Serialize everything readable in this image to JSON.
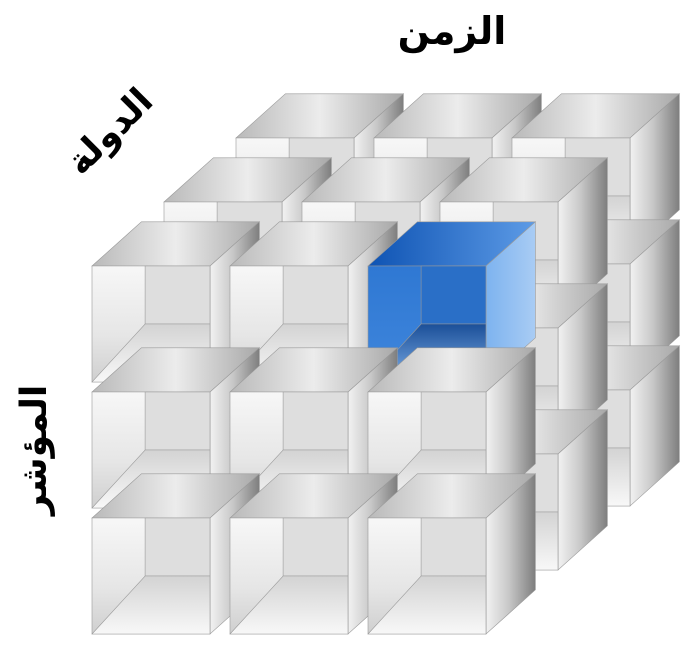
{
  "labels": {
    "time": "الزمن",
    "country": "الدولة",
    "indicator": "المؤشر"
  },
  "cube": {
    "grid": [
      3,
      3,
      3
    ],
    "highlighted_cell": {
      "row": 0,
      "col": 2,
      "depth": 0
    },
    "colors": {
      "cell_face_light": "#f4f4f4",
      "cell_face_mid": "#d6d6d6",
      "cell_edge_dark": "#8e8e8e",
      "highlight_front": "#3a7fd8",
      "highlight_top": "#1f5fb8",
      "highlight_side": "#6aa6ec"
    }
  }
}
